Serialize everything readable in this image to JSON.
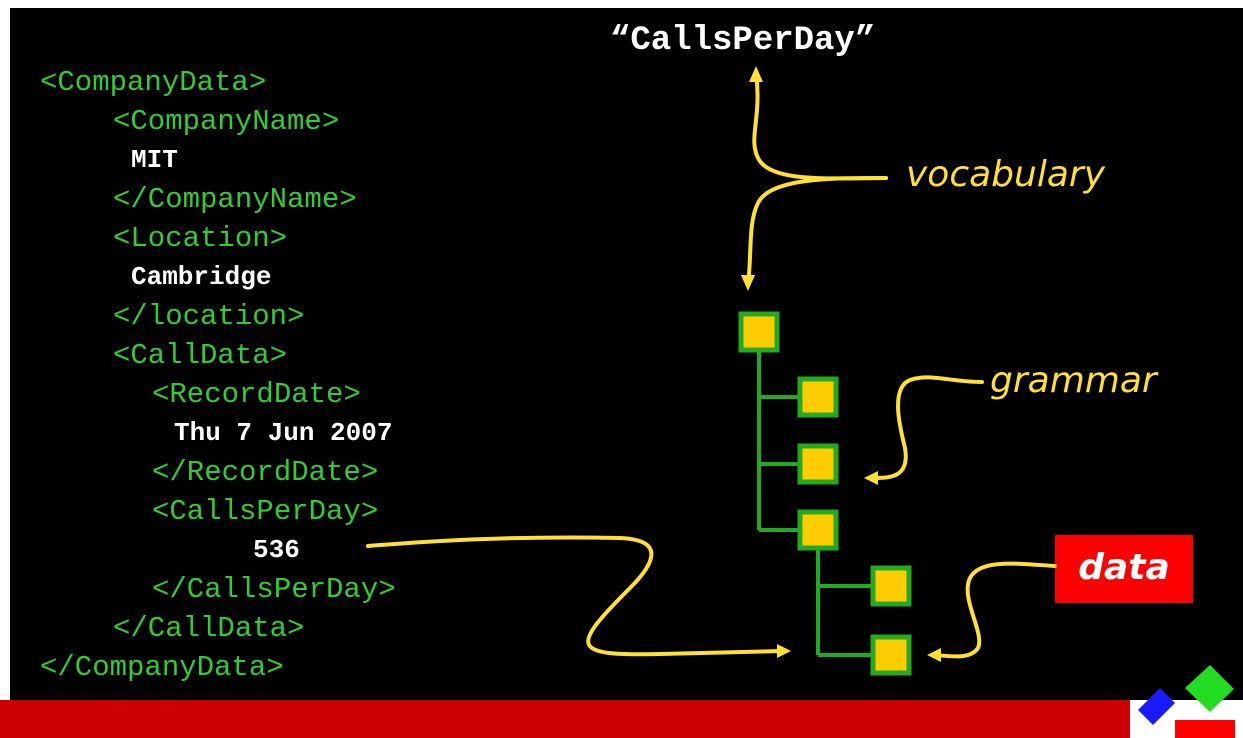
{
  "xml_lines": [
    {
      "text": "<CompanyData>",
      "kind": "tag"
    },
    {
      "text": "<CompanyName>",
      "kind": "tag"
    },
    {
      "text": "MIT",
      "kind": "val"
    },
    {
      "text": "</CompanyName>",
      "kind": "tag"
    },
    {
      "text": "<Location>",
      "kind": "tag"
    },
    {
      "text": "Cambridge",
      "kind": "val"
    },
    {
      "text": "</location>",
      "kind": "tag"
    },
    {
      "text": "<CallData>",
      "kind": "tag"
    },
    {
      "text": "<RecordDate>",
      "kind": "tag"
    },
    {
      "text": "Thu 7 Jun 2007",
      "kind": "val"
    },
    {
      "text": "</RecordDate>",
      "kind": "tag"
    },
    {
      "text": "<CallsPerDay>",
      "kind": "tag"
    },
    {
      "text": "536",
      "kind": "val"
    },
    {
      "text": "</CallsPerDay>",
      "kind": "tag"
    },
    {
      "text": "</CallData>",
      "kind": "tag"
    },
    {
      "text": "</CompanyData>",
      "kind": "tag"
    }
  ],
  "title": "“CallsPerDay”",
  "labels": {
    "vocabulary": "vocabulary",
    "grammar": "grammar",
    "data": "data"
  },
  "colors": {
    "background": "#000000",
    "tag": "#33cc33",
    "value": "#ffffff",
    "arrow": "#ffe033",
    "node_fill": "#ffcc00",
    "node_border": "#22aa22",
    "accent_red": "#ff0000"
  }
}
